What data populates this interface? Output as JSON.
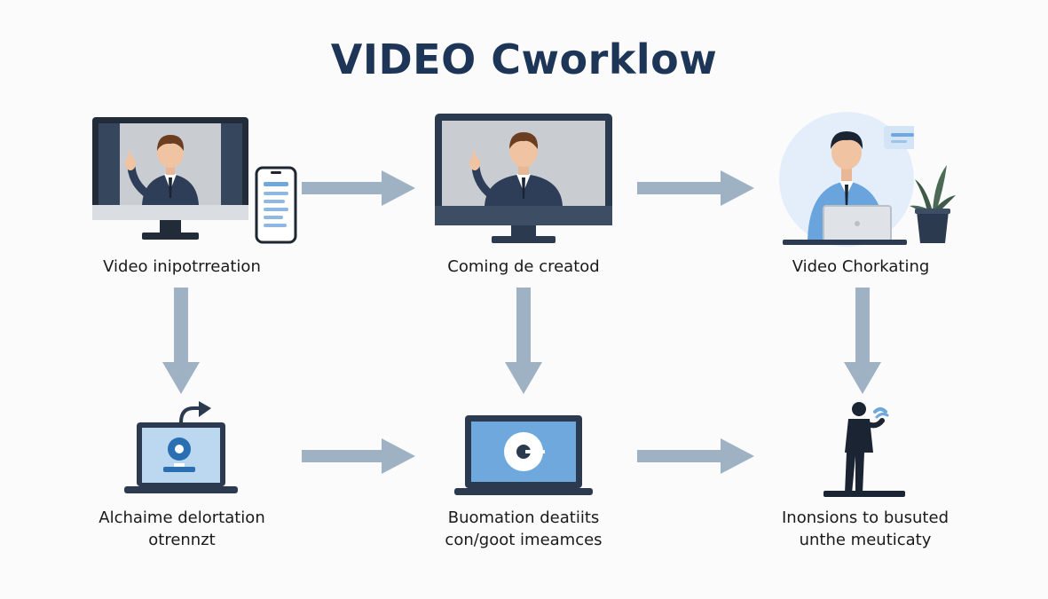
{
  "title": "VIDEO Cworklow",
  "nodes": [
    {
      "id": "n1",
      "label": "Video inipotrreation"
    },
    {
      "id": "n2",
      "label": "Coming de creatod"
    },
    {
      "id": "n3",
      "label": "Video Chorkating"
    },
    {
      "id": "n4",
      "label_line1": "Alchaime delortation",
      "label_line2": "otrennzt"
    },
    {
      "id": "n5",
      "label_line1": "Buomation deatiits",
      "label_line2": "con/goot imeamces"
    },
    {
      "id": "n6",
      "label_line1": "Inonsions to busuted",
      "label_line2": "unthe meuticaty"
    }
  ],
  "colors": {
    "title": "#1d3557",
    "arrow": "#9fb2c4",
    "screen_dark": "#2b3a4f",
    "screen_blue": "#6ea8dc",
    "suit": "#2e3e58",
    "shirt_blue": "#6aa4dc"
  },
  "icons": [
    "monitor-presenter-icon",
    "phone-list-icon",
    "monitor-presenter-icon",
    "office-worker-icon",
    "plant-icon",
    "laptop-disc-icon",
    "laptop-disc-icon",
    "standing-person-icon"
  ]
}
